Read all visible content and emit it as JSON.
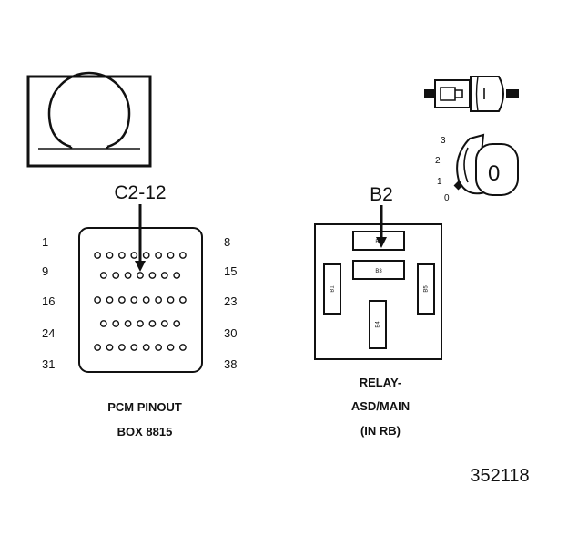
{
  "symbol": {
    "icon": "ohm-omega-icon",
    "glyph": "Ω"
  },
  "pcm": {
    "callout": "C2-12",
    "pin_labels_left": [
      "1",
      "9",
      "16",
      "24",
      "31"
    ],
    "pin_labels_right": [
      "8",
      "15",
      "23",
      "30",
      "38"
    ],
    "row_pin_counts": [
      8,
      7,
      8,
      7,
      8
    ],
    "caption_line1": "PCM PINOUT",
    "caption_line2": "BOX 8815"
  },
  "relay": {
    "callout": "B2",
    "terminals": [
      "B2",
      "B3",
      "B1",
      "B5",
      "B4"
    ],
    "caption_line1": "RELAY-",
    "caption_line2": "ASD/MAIN",
    "caption_line3": "(IN RB)"
  },
  "ignition_key": {
    "positions": [
      "3",
      "2",
      "1",
      "0"
    ],
    "key_label": "0"
  },
  "figure_id": "352118"
}
